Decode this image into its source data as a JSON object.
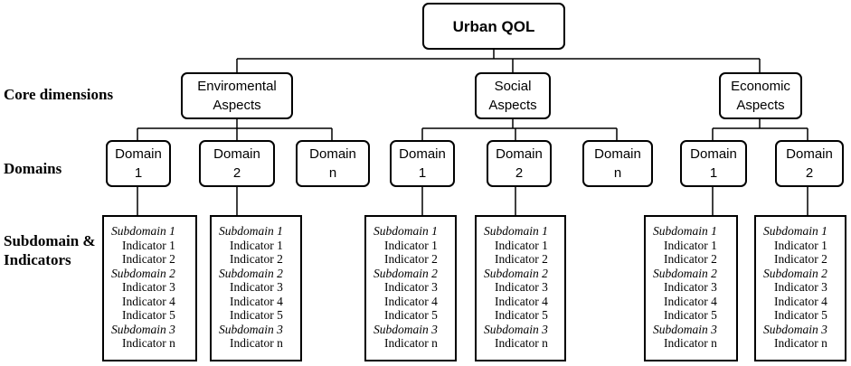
{
  "root": {
    "label": "Urban QOL"
  },
  "row_labels": {
    "core": "Core dimensions",
    "domains": "Domains",
    "subdomain_line1": "Subdomain &",
    "subdomain_line2": "Indicators"
  },
  "dimensions": [
    {
      "line1": "Enviromental",
      "line2": "Aspects"
    },
    {
      "line1": "Social",
      "line2": "Aspects"
    },
    {
      "line1": "Economic",
      "line2": "Aspects"
    }
  ],
  "domains": [
    {
      "line1": "Domain",
      "line2": "1"
    },
    {
      "line1": "Domain",
      "line2": "2"
    },
    {
      "line1": "Domain",
      "line2": "n"
    },
    {
      "line1": "Domain",
      "line2": "1"
    },
    {
      "line1": "Domain",
      "line2": "2"
    },
    {
      "line1": "Domain",
      "line2": "n"
    },
    {
      "line1": "Domain",
      "line2": "1"
    },
    {
      "line1": "Domain",
      "line2": "2"
    }
  ],
  "indicator_list": [
    {
      "text": "Subdomain 1",
      "kind": "sub"
    },
    {
      "text": "Indicator 1",
      "kind": "ind"
    },
    {
      "text": "Indicator 2",
      "kind": "ind"
    },
    {
      "text": "Subdomain 2",
      "kind": "sub"
    },
    {
      "text": "Indicator 3",
      "kind": "ind"
    },
    {
      "text": "Indicator 4",
      "kind": "ind"
    },
    {
      "text": "Indicator 5",
      "kind": "ind"
    },
    {
      "text": "Subdomain 3",
      "kind": "sub"
    },
    {
      "text": "Indicator n",
      "kind": "ind"
    }
  ]
}
